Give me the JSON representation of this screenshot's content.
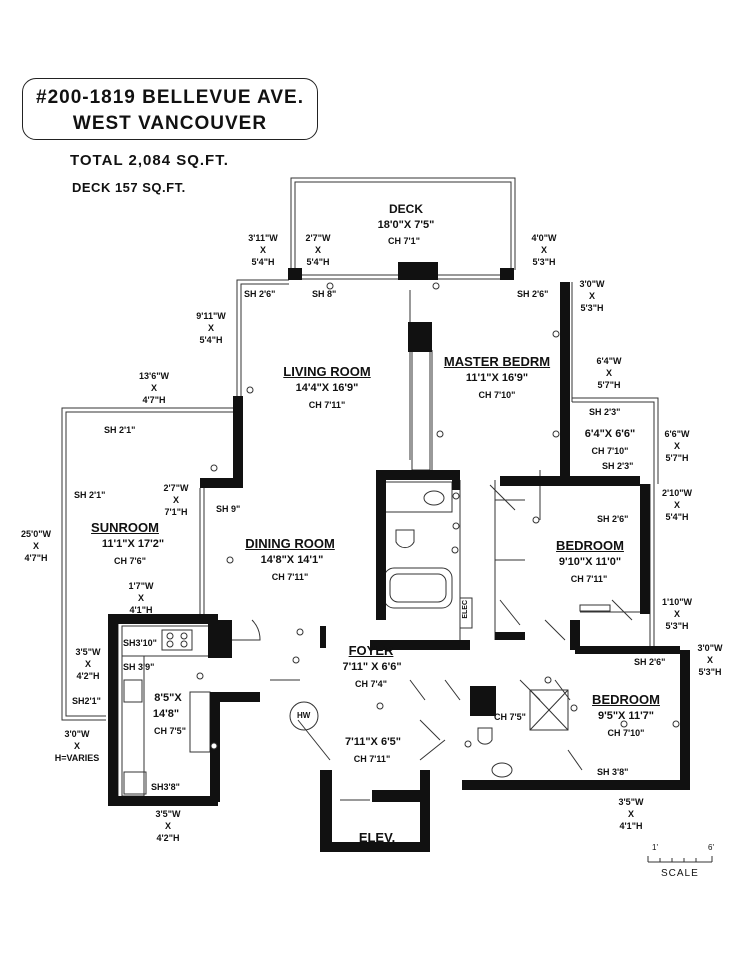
{
  "header": {
    "address_line1": "#200-1819 BELLEVUE AVE.",
    "address_line2": "WEST VANCOUVER",
    "total": "TOTAL   2,084 SQ.FT.",
    "deck_area": "DECK 157 SQ.FT."
  },
  "rooms": {
    "deck": {
      "name": "DECK",
      "size": "18'0\"X 7'5\"",
      "ch": "CH 7'1\""
    },
    "living": {
      "name": "LIVING ROOM",
      "size": "14'4\"X 16'9\"",
      "ch": "CH 7'11\""
    },
    "master": {
      "name": "MASTER BEDRM",
      "size": "11'1\"X 16'9\"",
      "ch": "CH 7'10\""
    },
    "closet": {
      "size": "6'4\"X 6'6\"",
      "ch": "CH 7'10\""
    },
    "sunroom": {
      "name": "SUNROOM",
      "size": "11'1\"X 17'2\"",
      "ch": "CH 7'6\""
    },
    "dining": {
      "name": "DINING ROOM",
      "size": "14'8\"X 14'1\"",
      "ch": "CH 7'11\""
    },
    "bedroom1": {
      "name": "BEDROOM",
      "size": "9'10\"X 11'0\"",
      "ch": "CH 7'11\""
    },
    "foyer": {
      "name": "FOYER",
      "size": "7'11\" X 6'6\"",
      "ch": "CH 7'4\""
    },
    "kitchen": {
      "size1": "8'5\"X",
      "size2": "14'8\"",
      "ch": "CH 7'5\""
    },
    "bedroom2": {
      "name": "BEDROOM",
      "size": "9'5\"X 11'7\"",
      "ch": "CH 7'10\""
    },
    "hall": {
      "size": "7'11\"X 6'5\"",
      "ch": "CH 7'11\""
    },
    "bath2": {
      "ch": "CH 7'5\""
    },
    "elevator": {
      "name": "ELEV."
    }
  },
  "shelves": [
    "SH 2'6\"",
    "SH 8\"",
    "SH 2'6\"",
    "SH 2'1\"",
    "SH 2'1\"",
    "SH 9\"",
    "SH 2'3\"",
    "SH 2'3\"",
    "SH 2'6\"",
    "SH3'10\"",
    "SH 3'9\"",
    "SH2'1\"",
    "SH3'8\"",
    "SH 2'6\"",
    "SH 3'8\""
  ],
  "windows": [
    {
      "w": "3'11\"W",
      "x": "X",
      "h": "5'4\"H"
    },
    {
      "w": "2'7\"W",
      "x": "X",
      "h": "5'4\"H"
    },
    {
      "w": "4'0\"W",
      "x": "X",
      "h": "5'3\"H"
    },
    {
      "w": "3'0\"W",
      "x": "X",
      "h": "5'3\"H"
    },
    {
      "w": "9'11\"W",
      "x": "X",
      "h": "5'4\"H"
    },
    {
      "w": "6'4\"W",
      "x": "X",
      "h": "5'7\"H"
    },
    {
      "w": "13'6\"W",
      "x": "X",
      "h": "4'7\"H"
    },
    {
      "w": "6'6\"W",
      "x": "X",
      "h": "5'7\"H"
    },
    {
      "w": "2'7\"W",
      "x": "X",
      "h": "7'1\"H"
    },
    {
      "w": "2'10\"W",
      "x": "X",
      "h": "5'4\"H"
    },
    {
      "w": "25'0\"W",
      "x": "X",
      "h": "4'7\"H"
    },
    {
      "w": "1'7\"W",
      "x": "X",
      "h": "4'1\"H"
    },
    {
      "w": "1'10\"W",
      "x": "X",
      "h": "5'3\"H"
    },
    {
      "w": "3'5\"W",
      "x": "X",
      "h": "4'2\"H"
    },
    {
      "w": "3'0\"W",
      "x": "X",
      "h": "5'3\"H"
    },
    {
      "w": "3'0\"W",
      "x": "X",
      "h": "H=VARIES"
    },
    {
      "w": "3'5\"W",
      "x": "X",
      "h": "4'2\"H"
    },
    {
      "w": "3'5\"W",
      "x": "X",
      "h": "4'1\"H"
    }
  ],
  "labels": {
    "hw": "HW",
    "elec": "ELEC"
  },
  "scale": {
    "left": "1'",
    "right": "6'",
    "label": "SCALE"
  }
}
